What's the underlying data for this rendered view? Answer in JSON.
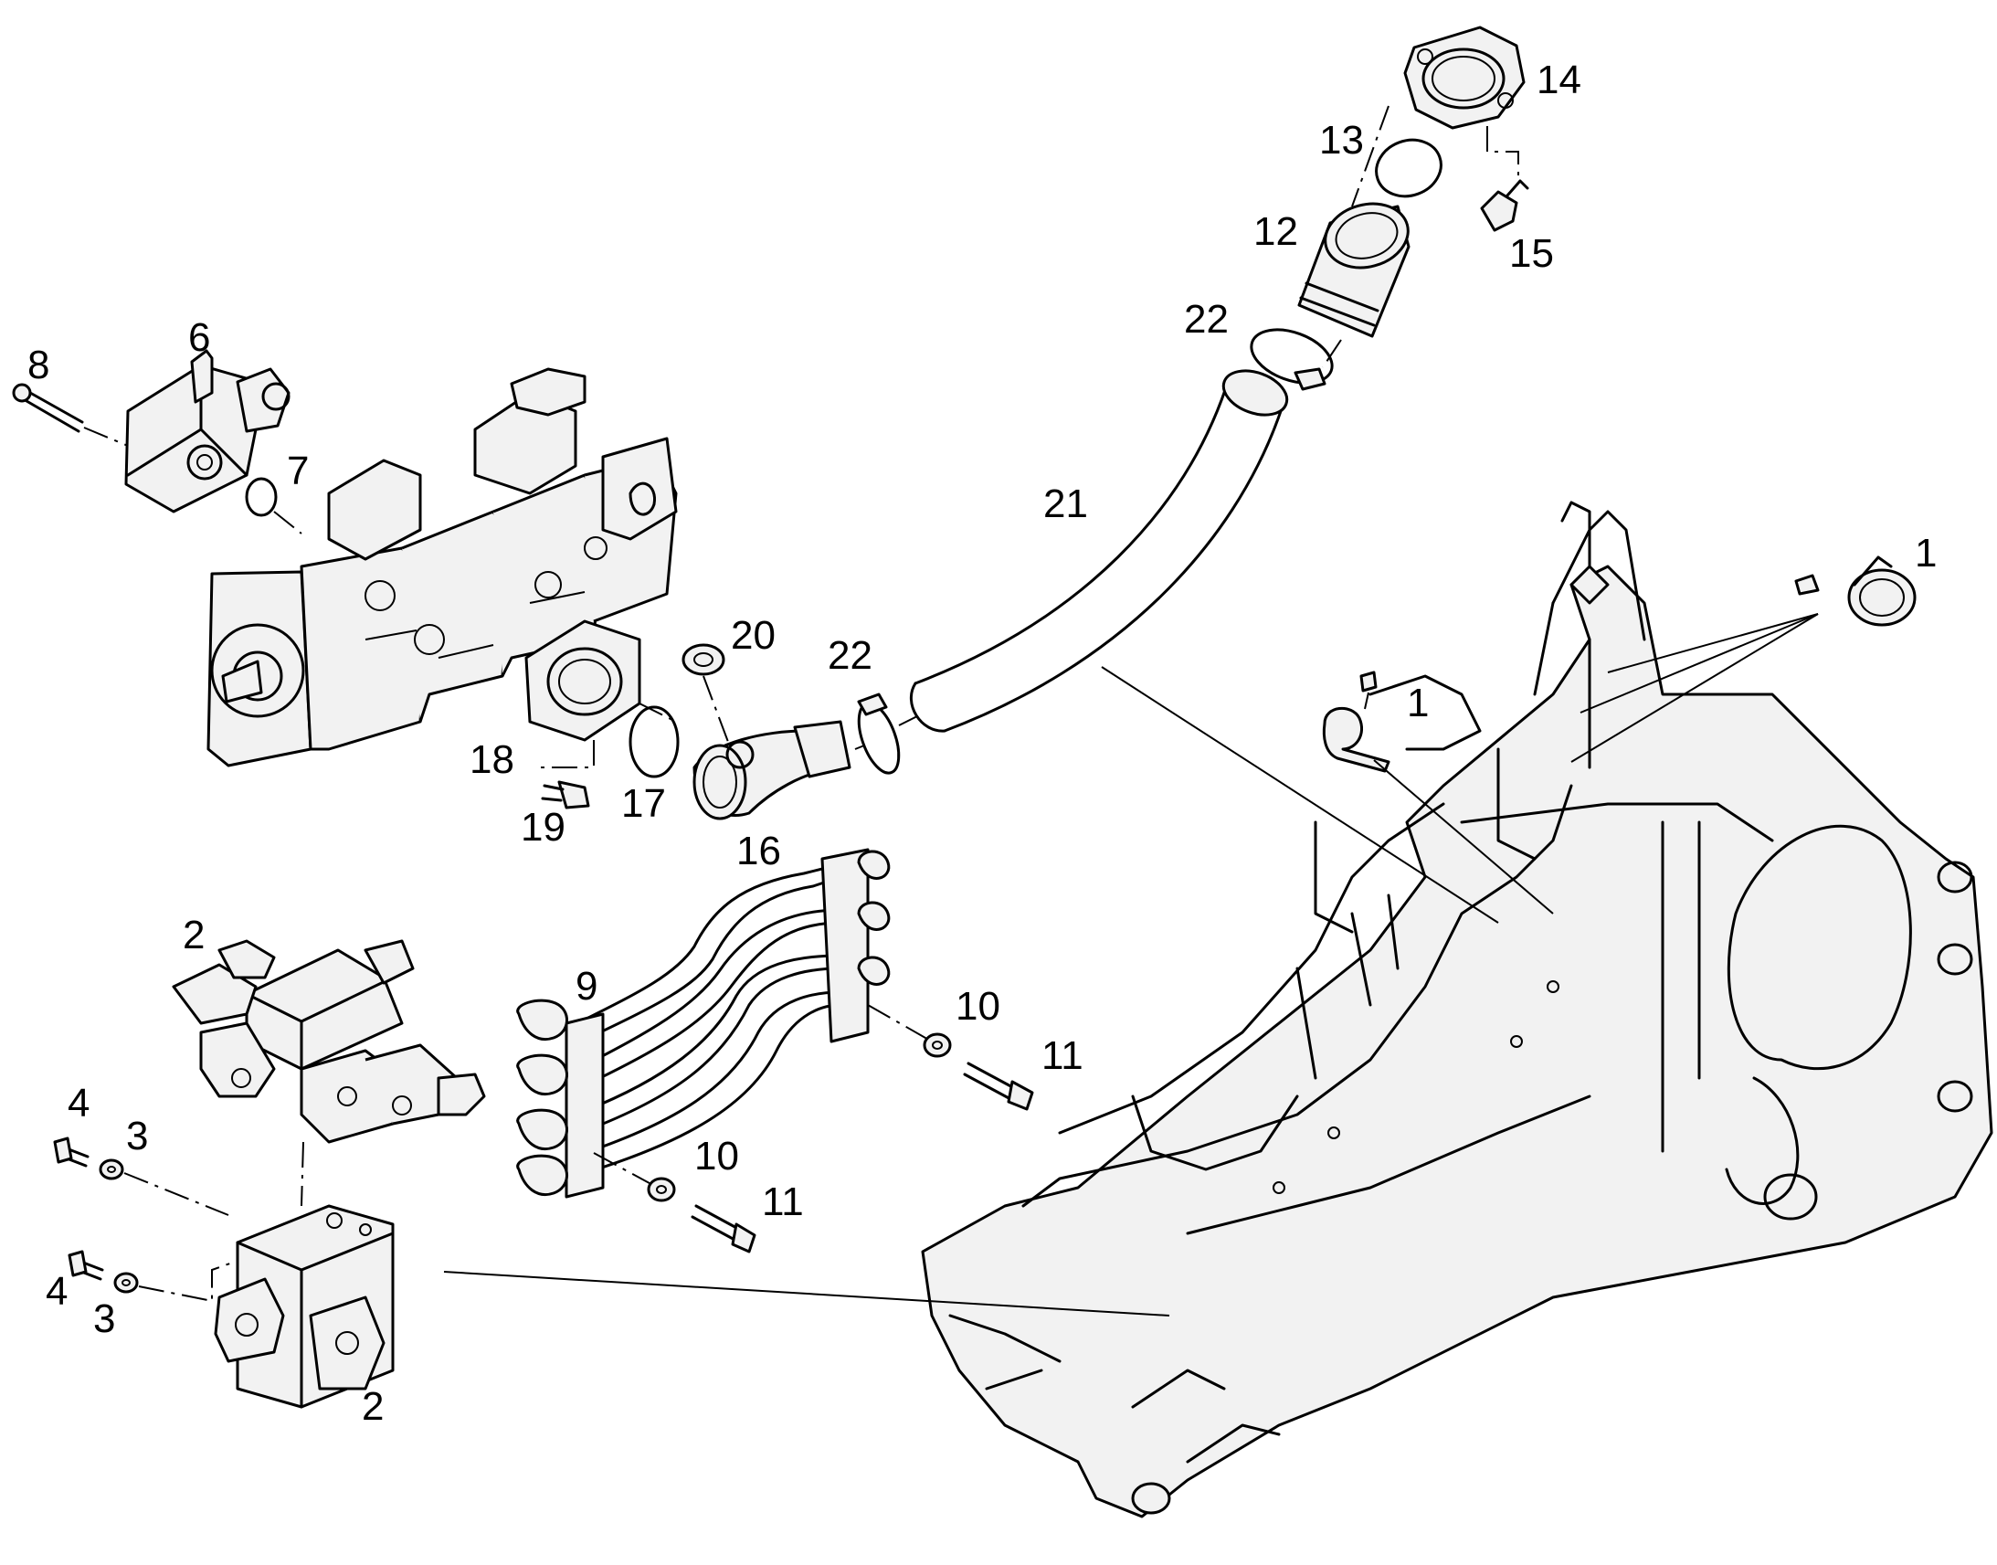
{
  "diagram": {
    "callouts": {
      "c1a": "1",
      "c1b": "1",
      "c2a": "2",
      "c2b": "2",
      "c3a": "3",
      "c3b": "3",
      "c4a": "4",
      "c4b": "4",
      "c6": "6",
      "c7": "7",
      "c8": "8",
      "c9": "9",
      "c10a": "10",
      "c10b": "10",
      "c11a": "11",
      "c11b": "11",
      "c12": "12",
      "c13": "13",
      "c14": "14",
      "c15": "15",
      "c16": "16",
      "c17": "17",
      "c18": "18",
      "c19": "19",
      "c20": "20",
      "c21": "21",
      "c22a": "22",
      "c22b": "22"
    }
  }
}
